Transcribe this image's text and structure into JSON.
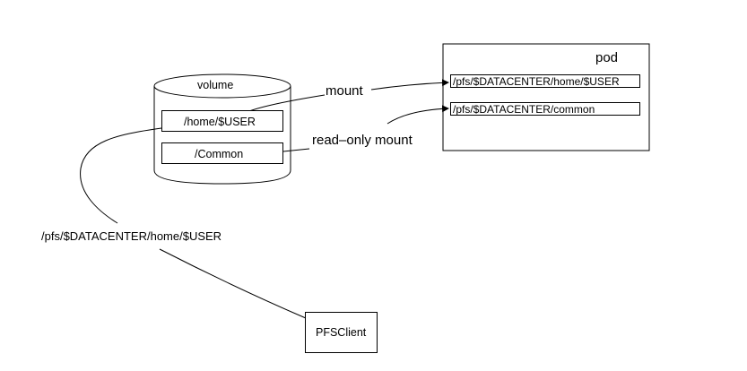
{
  "diagram": {
    "volume": {
      "title": "volume",
      "items": [
        {
          "label": "/home/$USER"
        },
        {
          "label": "/Common"
        }
      ]
    },
    "pod": {
      "title": "pod",
      "mounts": [
        {
          "label": "/pfs/$DATACENTER/home/$USER"
        },
        {
          "label": "/pfs/$DATACENTER/common"
        }
      ]
    },
    "edges": {
      "mount_label": "mount",
      "readonly_mount_label": "read–only mount",
      "client_path_label": "/pfs/$DATACENTER/home/$USER"
    },
    "client": {
      "label": "PFSClient"
    }
  }
}
